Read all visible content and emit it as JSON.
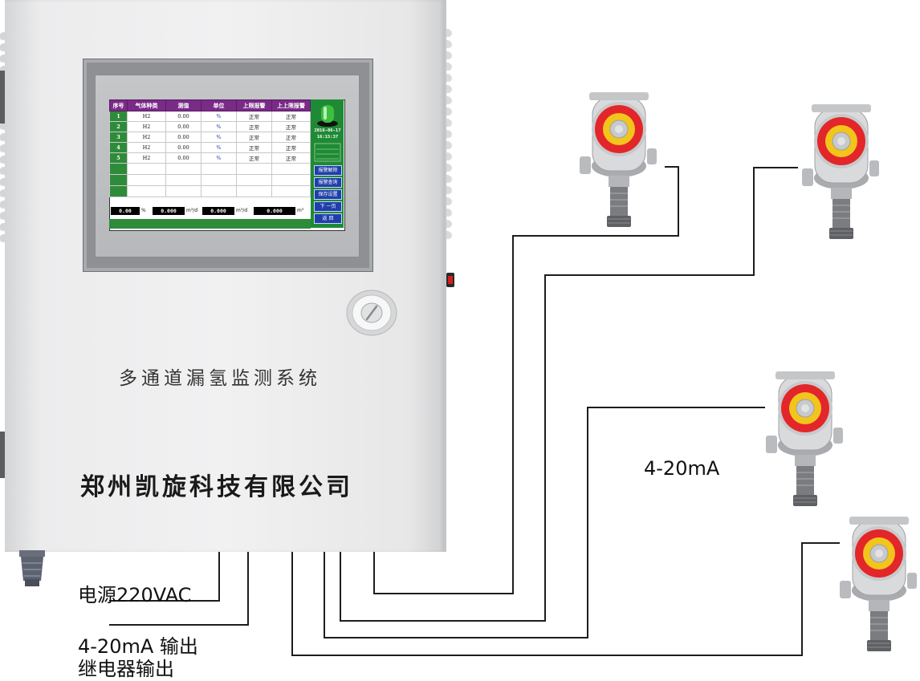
{
  "screen": {
    "headers": [
      "序号",
      "气体种类",
      "测值",
      "单位",
      "上限报警",
      "上上限报警"
    ],
    "rows": [
      {
        "id": "1",
        "gas": "H2",
        "value": "0.00",
        "unit": "%",
        "alarm": "正常",
        "alarm2": "正常"
      },
      {
        "id": "2",
        "gas": "H2",
        "value": "0.00",
        "unit": "%",
        "alarm": "正常",
        "alarm2": "正常"
      },
      {
        "id": "3",
        "gas": "H2",
        "value": "0.00",
        "unit": "%",
        "alarm": "正常",
        "alarm2": "正常"
      },
      {
        "id": "4",
        "gas": "H2",
        "value": "0.00",
        "unit": "%",
        "alarm": "正常",
        "alarm2": "正常"
      },
      {
        "id": "5",
        "gas": "H2",
        "value": "0.00",
        "unit": "%",
        "alarm": "正常",
        "alarm2": "正常"
      }
    ],
    "date": "2016-06-17",
    "time": "16:15:37",
    "side_buttons": [
      "报警解除",
      "报警查询",
      "保存设置",
      "下 一页",
      "返 回"
    ],
    "bottom": [
      {
        "value": "0.00",
        "unit": "%"
      },
      {
        "value": "0.000",
        "unit": "m³/d"
      },
      {
        "value": "0.000",
        "unit": "m³/d"
      },
      {
        "value": "0.000",
        "unit": "m³"
      }
    ]
  },
  "system_title": "多通道漏氢监测系统",
  "company": "郑州凯旋科技有限公司",
  "labels": {
    "power": "电源220VAC",
    "output_ma": "4-20mA 输出",
    "output_relay": "继电器输出",
    "signal": "4-20mA"
  },
  "colors": {
    "table_header": "#7a2a87",
    "table_index": "#2e8b3a",
    "side_button": "#1f3fa8",
    "sensor_ring": "#e3262a",
    "sensor_center": "#f2c51c"
  }
}
